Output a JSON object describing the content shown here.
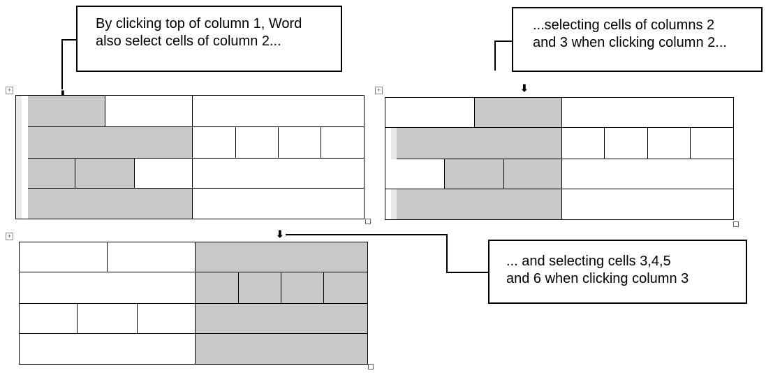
{
  "callouts": {
    "first": {
      "line1": "By clicking top of column 1, Word",
      "line2": "also select cells of column 2..."
    },
    "second": {
      "line1": "...selecting cells of columns 2",
      "line2": "and 3 when clicking column 2..."
    },
    "third": {
      "line1": "... and selecting cells 3,4,5",
      "line2": "and 6 when clicking column 3"
    }
  },
  "icons": {
    "move_handle": "move-handle-icon",
    "column_arrow": "down-arrow-icon",
    "resize_handle": "resize-handle-icon"
  },
  "colors": {
    "selection": "#c8c8c8",
    "selection_bar": "#e9e9e9",
    "border": "#000000"
  },
  "tables": [
    {
      "name": "table-column-1-selected",
      "selected_column": 1,
      "rows": 4
    },
    {
      "name": "table-column-2-selected",
      "selected_column": 2,
      "rows": 4
    },
    {
      "name": "table-column-3-selected",
      "selected_column": 3,
      "rows": 4
    }
  ]
}
